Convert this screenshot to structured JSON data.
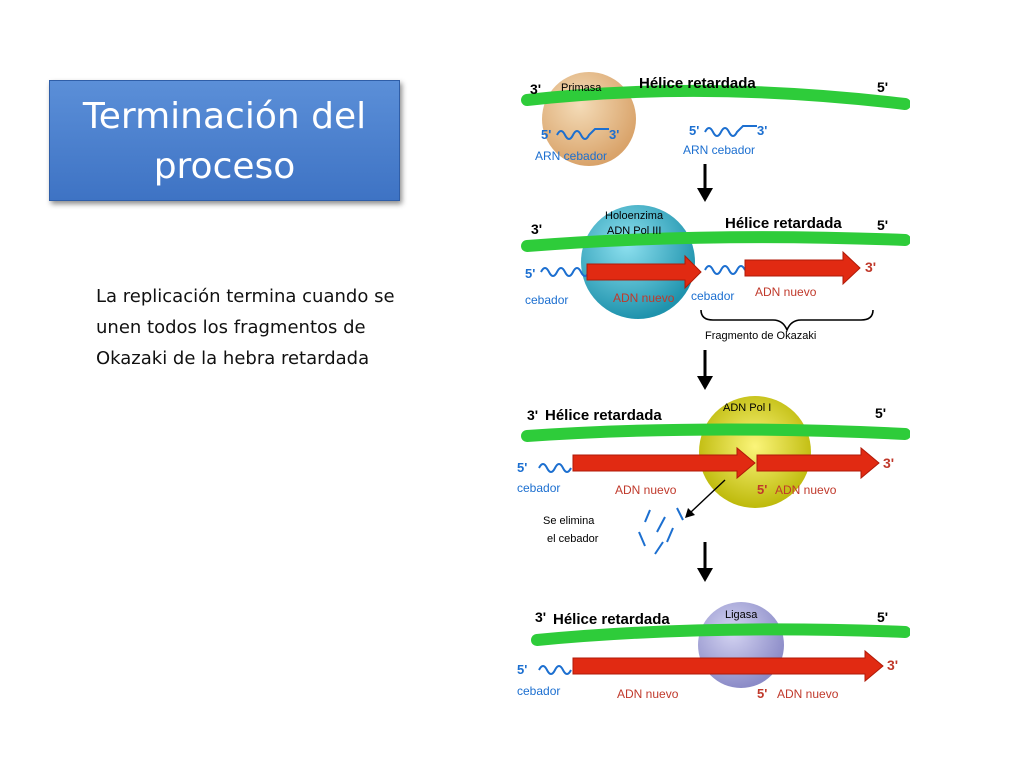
{
  "slide": {
    "title_lines": [
      "Terminación del",
      "proceso"
    ],
    "body": "La replicación termina cuando se unen todos los fragmentos de Okazaki de la hebra retardada"
  },
  "colors": {
    "title_bg": "#4a7fd0",
    "strand": "#2ecc3a",
    "new_dna": "#e12a12",
    "primase": "#e2b98a",
    "pol3": "#3fb0c8",
    "pol1": "#d6d21a",
    "ligase": "#a7a7d9",
    "primer": "#1c6fd0"
  },
  "diagram": {
    "panel1": {
      "end_3": "3'",
      "end_5": "5'",
      "enzyme": "Primasa",
      "strand_label": "Hélice retardada",
      "primer_left_5": "5'",
      "primer_left_3": "3'",
      "primer_left_label": "ARN cebador",
      "primer_right_5": "5'",
      "primer_right_3": "3'",
      "primer_right_label": "ARN cebador"
    },
    "panel2": {
      "end_3": "3'",
      "end_5": "5'",
      "enzyme_line1": "Holoenzima",
      "enzyme_line2": "ADN Pol III",
      "strand_label": "Hélice retardada",
      "new_5": "5'",
      "new_3": "3'",
      "primer_label_1": "cebador",
      "new_label_1": "ADN nuevo",
      "primer_label_2": "cebador",
      "new_label_2": "ADN nuevo",
      "okazaki_label": "Fragmento de Okazaki"
    },
    "panel3": {
      "end_3": "3'",
      "end_5": "5'",
      "strand_label": "Hélice retardada",
      "enzyme": "ADN Pol I",
      "new_5": "5'",
      "new_3": "3'",
      "primer_label": "cebador",
      "new_label_1": "ADN nuevo",
      "mid_5": "5'",
      "new_label_2": "ADN nuevo",
      "removed_line1": "Se elimina",
      "removed_line2": "el cebador"
    },
    "panel4": {
      "end_3": "3'",
      "end_5": "5'",
      "strand_label": "Hélice retardada",
      "enzyme": "Ligasa",
      "new_5": "5'",
      "new_3": "3'",
      "primer_label": "cebador",
      "new_label_1": "ADN nuevo",
      "mid_5": "5'",
      "new_label_2": "ADN nuevo"
    }
  }
}
